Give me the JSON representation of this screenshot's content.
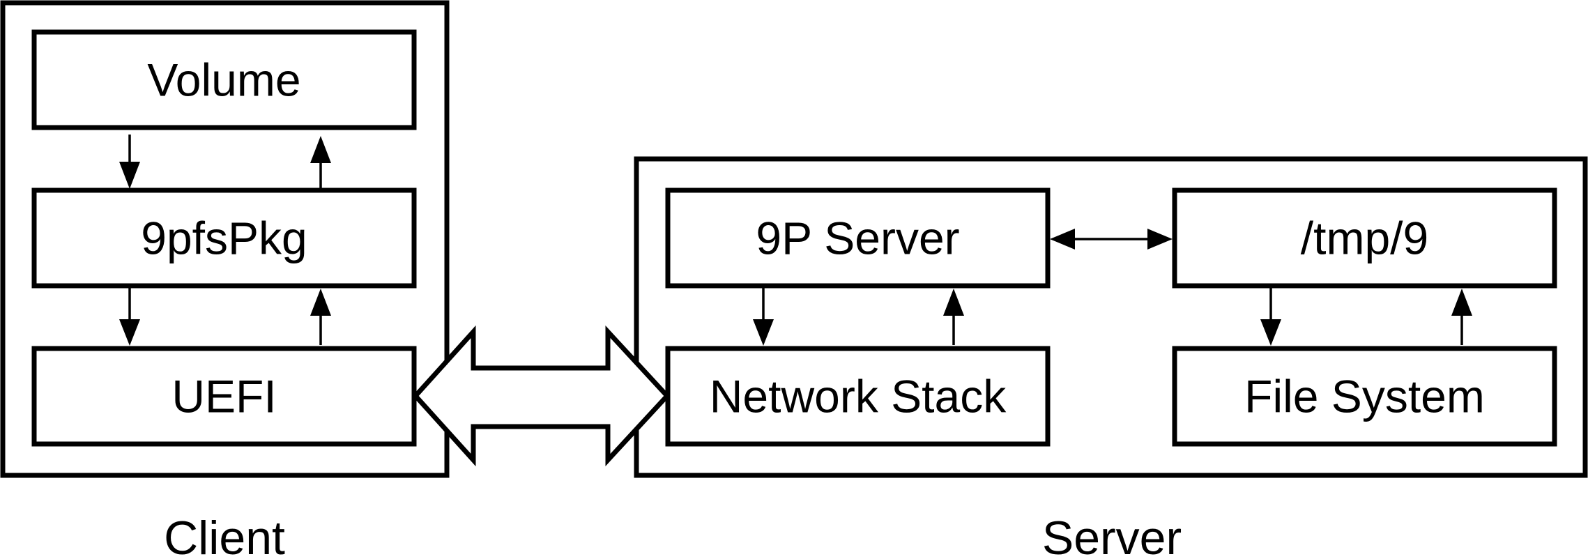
{
  "client": {
    "caption": "Client",
    "layers": {
      "volume": "Volume",
      "pkg": "9pfsPkg",
      "uefi": "UEFI"
    }
  },
  "server": {
    "caption": "Server",
    "layers": {
      "p9_server": "9P Server",
      "tmp": "/tmp/9",
      "network_stack": "Network Stack",
      "file_system": "File System"
    }
  }
}
